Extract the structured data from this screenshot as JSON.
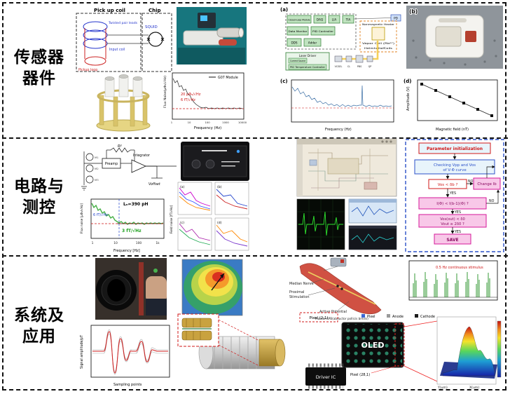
{
  "sections": {
    "row1": {
      "line1": "传感器",
      "line2": "器件"
    },
    "row2": {
      "line1": "电路与",
      "line2": "测控"
    },
    "row3": {
      "line1": "系统及",
      "line2": "应用"
    }
  },
  "r1": {
    "squid": {
      "pickup_title": "Pick up coil",
      "chip_title": "Chip",
      "twisted": "Twisted pair leads",
      "squid_label": "SQUID",
      "input_coil": "Input coil",
      "pickup_loop": "Pickup loop"
    },
    "g07": {
      "legend": "G07 Module",
      "ann1": "20 μΦ₀/√Hz",
      "ann2": "6 fT/√Hz",
      "ylabel": "Flux Noise(μΦ₀/√Hz)",
      "xlabel": "Frequency (Hz)",
      "ticks": [
        "1",
        "10",
        "100",
        "1000",
        "10000"
      ],
      "chart": {
        "type": "line",
        "x_scale": "log",
        "flat_level": "20 μΦ₀/√Hz"
      }
    },
    "blk": {
      "tag": "(a)",
      "module": "Closed-Loop Module",
      "daq": "DAQ",
      "lia": "LIA",
      "tia": "TIA",
      "pd": "PD",
      "dm": "Data Monitor",
      "pid": "PID Controller",
      "dds": "DDS",
      "adder": "Adder",
      "heater": "Nonmagnetic Heater",
      "cell": "Vapor Cell (Rb⁸⁷)",
      "helm": "Helmholtz Coils",
      "laser": "Laser Driver",
      "cs": "Current Source",
      "pidt": "PID Temperature Controller",
      "vcsel": "VCSEL",
      "cl": "CL",
      "pbs": "PBS",
      "qp": "QP",
      "lp": "LP"
    },
    "photo_b": {
      "tag": "(b)"
    },
    "plot_c": {
      "tag": "(c)",
      "xlabel": "Frequency (Hz)"
    },
    "plot_d": {
      "tag": "(d)",
      "xlabel": "Magnetic field (nT)",
      "ylabel": "Amplitude (V)"
    }
  },
  "r2": {
    "sch": {
      "preamp": "Preamp",
      "integrator": "Integrator",
      "rf": "Rf",
      "voffset": "Voffset",
      "m1": "M1",
      "m2": "M2",
      "m3": "M3"
    },
    "spec": {
      "ln": "Lₙ=390 pH",
      "blue_ann": "6 fT/√Hz",
      "green_ann": "3 fT/√Hz",
      "ylabel_left": "Flux noise [μΦ₀/√Hz]",
      "ylabel_right": "Field noise [fT/√Hz]",
      "xlabel": "Frequency [Hz]",
      "ticks": [
        "1",
        "10",
        "100",
        "1k"
      ]
    },
    "mini": {
      "a": "(a)",
      "b": "(b)",
      "c": "(c)",
      "d": "(d)"
    },
    "flow": {
      "init": "Parameter initialization",
      "check1": "Checking Vpp and Vos",
      "check2": "of V-Φ curve",
      "dec1": "Vos < δb ?",
      "no": "NO",
      "yes": "YES",
      "change": "Change Ib",
      "dec2": "I(Φ) < I(b-1)(Φ) ?",
      "dec3a": "Vos(out) < δ0",
      "dec3b": "Vout ≥ 2δ0 ?",
      "save": "SAVE"
    }
  },
  "r3": {
    "arm": {
      "nerve": "Median Nerve",
      "prox1": "Proximal",
      "prox2": "Stimulation",
      "active": "Active Potential",
      "muscle": "Muscle APB(abductor pollicis brevis)"
    },
    "spikes": {
      "ann": "0.5 Hz continuous stimulus"
    },
    "wave": {
      "ylabel": "Signal amplitude/pT",
      "xlabel": "Sampling points"
    },
    "oled": {
      "legend_pixel": "Pixel",
      "legend_anode": "Anode",
      "legend_cathode": "Cathode",
      "pixel21": "Pixel (2,1)",
      "pixel281": "Pixel (28,1)",
      "oled": "OLED",
      "driver": "Driver IC",
      "xlabel": "X(um)",
      "ylabel": "Y(um)"
    }
  }
}
